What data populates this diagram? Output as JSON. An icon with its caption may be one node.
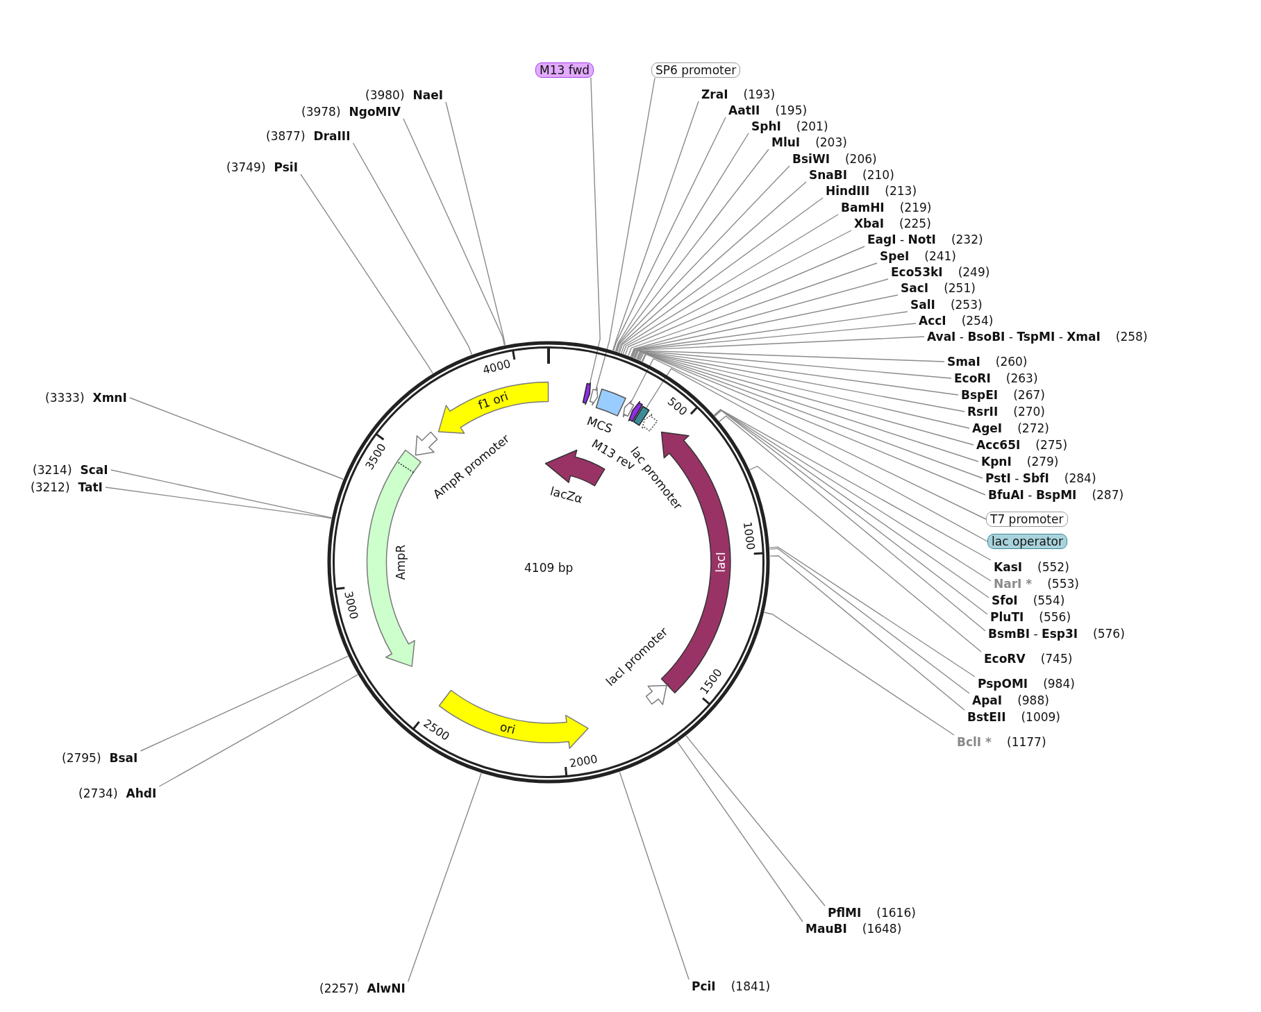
{
  "diagram": {
    "nodes": [
      {
        "text": [
          "4109 bp"
        ]
      },
      {
        "text": [
          "f1 ori"
        ],
        "in": 0
      },
      {
        "text": [],
        "shape": "arrow",
        "in": 0
      },
      {
        "text": [],
        "shape": "arrow",
        "in": 0
      },
      {
        "text": [
          "MCS"
        ],
        "in": 0
      },
      {
        "text": [],
        "shape": "arrow",
        "in": 0
      },
      {
        "text": [
          "M13 rev"
        ],
        "in": 0
      },
      {
        "text": [],
        "shape": "box",
        "in": 0
      },
      {
        "text": [
          "lac promoter"
        ],
        "in": 0
      },
      {
        "text": [
          "lacZα"
        ],
        "in": 0
      },
      {
        "text": [
          "AmpR promoter"
        ],
        "in": 0
      },
      {
        "text": [
          "AmpR"
        ],
        "in": 0
      },
      {
        "text": [
          "lacI"
        ],
        "in": 0
      },
      {
        "text": [
          "lacI promoter"
        ],
        "in": 0
      },
      {
        "text": [
          "ori"
        ],
        "in": 0
      },
      {
        "text": [
          "M13 fwd"
        ]
      },
      {
        "text": [
          "SP6 promoter"
        ]
      },
      {
        "text": [
          "(3980)",
          "NaeI"
        ]
      },
      {
        "text": [
          "(3978)",
          "NgoMIV"
        ]
      },
      {
        "text": [
          "(3877)",
          "DraIII"
        ]
      },
      {
        "text": [
          "(3749)",
          "PsiI"
        ]
      },
      {
        "text": [
          "ZraI",
          "(193)"
        ]
      },
      {
        "text": [
          "AatII",
          "(195)"
        ]
      },
      {
        "text": [
          "SphI",
          "(201)"
        ]
      },
      {
        "text": [
          "MluI",
          "(203)"
        ]
      },
      {
        "text": [
          "BsiWI",
          "(206)"
        ]
      },
      {
        "text": [
          "SnaBI",
          "(210)"
        ]
      },
      {
        "text": [
          "HindIII",
          "(213)"
        ]
      },
      {
        "text": [
          "BamHI",
          "(219)"
        ]
      },
      {
        "text": [
          "XbaI",
          "(225)"
        ]
      },
      {
        "text": [
          "**EagI** - **NotI**",
          "(232)"
        ]
      },
      {
        "text": [
          "SpeI",
          "(241)"
        ]
      },
      {
        "text": [
          "Eco53kI",
          "(249)"
        ]
      },
      {
        "text": [
          "SacI",
          "(251)"
        ]
      },
      {
        "text": [
          "SalI",
          "(253)"
        ]
      },
      {
        "text": [
          "AccI",
          "(254)"
        ]
      },
      {
        "text": [
          "**AvaI** - **BsoBI** - **TspMI** - **XmaI**",
          "(258)"
        ]
      },
      {
        "text": [
          "SmaI",
          "(260)"
        ]
      },
      {
        "text": [
          "EcoRI",
          "(263)"
        ]
      },
      {
        "text": [
          "BspEI",
          "(267)"
        ]
      },
      {
        "text": [
          "RsrII",
          "(270)"
        ]
      },
      {
        "text": [
          "AgeI",
          "(272)"
        ]
      },
      {
        "text": [
          "Acc65I",
          "(275)"
        ]
      },
      {
        "text": [
          "KpnI",
          "(279)"
        ]
      },
      {
        "text": [
          "**PstI** - **SbfI**",
          "(284)"
        ]
      },
      {
        "text": [
          "**BfuAI** - **BspMI**",
          "(287)"
        ]
      },
      {
        "text": [
          "T7 promoter"
        ]
      },
      {
        "text": [
          "lac operator"
        ]
      },
      {
        "text": [
          "KasI",
          "(552)"
        ]
      },
      {
        "text": [
          "NarI *",
          "(553)"
        ]
      },
      {
        "text": [
          "SfoI",
          "(554)"
        ]
      },
      {
        "text": [
          "PluTI",
          "(556)"
        ]
      },
      {
        "text": [
          "**BsmBI** - **Esp3I**",
          "(576)"
        ]
      },
      {
        "text": [
          "EcoRV",
          "(745)"
        ]
      },
      {
        "text": [
          "PspOMI",
          "(984)"
        ]
      },
      {
        "text": [
          "ApaI",
          "(988)"
        ]
      },
      {
        "text": [
          "BstEII",
          "(1009)"
        ]
      },
      {
        "text": [
          "BclI *",
          "(1177)"
        ]
      },
      {
        "text": [
          "(3333)",
          "XmnI"
        ]
      },
      {
        "text": [
          "(3214)",
          "ScaI"
        ]
      },
      {
        "text": [
          "(3212)",
          "TatI"
        ]
      },
      {
        "text": [
          "(2795)",
          "BsaI"
        ]
      },
      {
        "text": [
          "(2734)",
          "AhdI"
        ]
      },
      {
        "text": [
          "PflMI",
          "(1616)"
        ]
      },
      {
        "text": [
          "MauBI",
          "(1648)"
        ]
      },
      {
        "text": [
          "(2257)",
          "AlwNI"
        ]
      },
      {
        "text": [
          "PciI",
          "(1841)"
        ]
      }
    ],
    "edges": [
      {
        "from": 15,
        "to": 2,
        "arrow": "none"
      },
      {
        "from": 16,
        "to": 3,
        "arrow": "none"
      },
      {
        "from": 17,
        "to": 0,
        "arrow": "none"
      },
      {
        "from": 18,
        "to": 0,
        "arrow": "none"
      },
      {
        "from": 19,
        "to": 0,
        "arrow": "none"
      },
      {
        "from": 20,
        "to": 0,
        "arrow": "none"
      },
      {
        "from": 21,
        "to": 0,
        "arrow": "none"
      },
      {
        "from": 22,
        "to": 0,
        "arrow": "none"
      },
      {
        "from": 23,
        "to": 0,
        "arrow": "none"
      },
      {
        "from": 24,
        "to": 0,
        "arrow": "none"
      },
      {
        "from": 25,
        "to": 0,
        "arrow": "none"
      },
      {
        "from": 26,
        "to": 0,
        "arrow": "none"
      },
      {
        "from": 27,
        "to": 0,
        "arrow": "none"
      },
      {
        "from": 28,
        "to": 0,
        "arrow": "none"
      },
      {
        "from": 29,
        "to": 0,
        "arrow": "none"
      },
      {
        "from": 30,
        "to": 0,
        "arrow": "none"
      },
      {
        "from": 31,
        "to": 0,
        "arrow": "none"
      },
      {
        "from": 32,
        "to": 0,
        "arrow": "none"
      },
      {
        "from": 33,
        "to": 0,
        "arrow": "none"
      },
      {
        "from": 34,
        "to": 0,
        "arrow": "none"
      },
      {
        "from": 35,
        "to": 0,
        "arrow": "none"
      },
      {
        "from": 36,
        "to": 0,
        "arrow": "none"
      },
      {
        "from": 37,
        "to": 0,
        "arrow": "none"
      },
      {
        "from": 38,
        "to": 0,
        "arrow": "none"
      },
      {
        "from": 39,
        "to": 0,
        "arrow": "none"
      },
      {
        "from": 40,
        "to": 0,
        "arrow": "none"
      },
      {
        "from": 41,
        "to": 0,
        "arrow": "none"
      },
      {
        "from": 42,
        "to": 0,
        "arrow": "none"
      },
      {
        "from": 43,
        "to": 0,
        "arrow": "none"
      },
      {
        "from": 44,
        "to": 0,
        "arrow": "none"
      },
      {
        "from": 45,
        "to": 0,
        "arrow": "none"
      },
      {
        "from": 46,
        "to": 5,
        "arrow": "none"
      },
      {
        "from": 47,
        "to": 7,
        "arrow": "none"
      },
      {
        "from": 48,
        "to": 0,
        "arrow": "none"
      },
      {
        "from": 49,
        "to": 0,
        "arrow": "none"
      },
      {
        "from": 50,
        "to": 0,
        "arrow": "none"
      },
      {
        "from": 51,
        "to": 0,
        "arrow": "none"
      },
      {
        "from": 52,
        "to": 0,
        "arrow": "none"
      },
      {
        "from": 53,
        "to": 0,
        "arrow": "none"
      },
      {
        "from": 54,
        "to": 0,
        "arrow": "none"
      },
      {
        "from": 55,
        "to": 0,
        "arrow": "none"
      },
      {
        "from": 56,
        "to": 0,
        "arrow": "none"
      },
      {
        "from": 57,
        "to": 0,
        "arrow": "none"
      },
      {
        "from": 58,
        "to": 0,
        "arrow": "none"
      },
      {
        "from": 59,
        "to": 0,
        "arrow": "none"
      },
      {
        "from": 60,
        "to": 0,
        "arrow": "none"
      },
      {
        "from": 61,
        "to": 0,
        "arrow": "none"
      },
      {
        "from": 62,
        "to": 0,
        "arrow": "none"
      },
      {
        "from": 63,
        "to": 0,
        "arrow": "none"
      },
      {
        "from": 64,
        "to": 0,
        "arrow": "none"
      },
      {
        "from": 65,
        "to": 0,
        "arrow": "none"
      },
      {
        "from": 66,
        "to": 0,
        "arrow": "none"
      }
    ],
    "labels": [
      "500",
      "1000",
      "1500",
      "2000",
      "2500",
      "3000",
      "3500",
      "4000"
    ]
  }
}
